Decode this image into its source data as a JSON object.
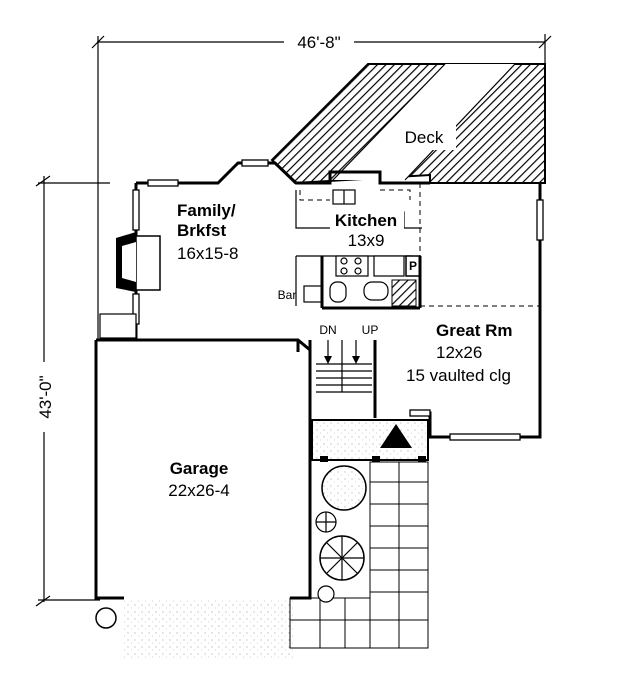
{
  "dimensions": {
    "width": "46'-8\"",
    "depth": "43'-0\""
  },
  "rooms": {
    "deck": {
      "name": "Deck"
    },
    "family": {
      "name_line1": "Family/",
      "name_line2": "Brkfst",
      "size": "16x15-8"
    },
    "kitchen": {
      "name": "Kitchen",
      "size": "13x9"
    },
    "great_room": {
      "name": "Great Rm",
      "size": "12x26",
      "note": "15 vaulted clg"
    },
    "garage": {
      "name": "Garage",
      "size": "22x26-4"
    },
    "bar": {
      "name": "Bar"
    }
  },
  "stairs": {
    "down": "DN",
    "up": "UP"
  },
  "pantry_mark": "P"
}
